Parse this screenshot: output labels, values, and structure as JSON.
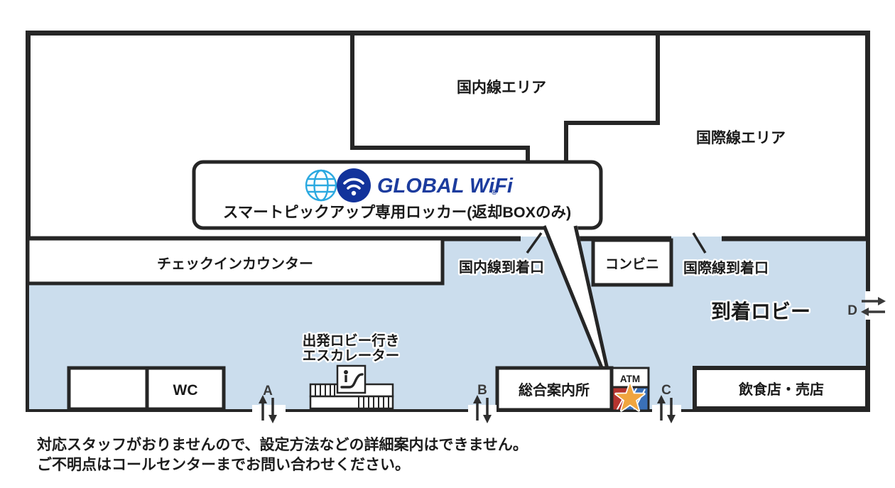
{
  "map": {
    "areas": {
      "domestic": "国内線エリア",
      "international": "国際線エリア",
      "arrival_lobby": "到着ロビー"
    },
    "callout": {
      "brand": "GLOBAL WiFi",
      "registered_mark": "®",
      "caption": "スマートピックアップ専用ロッカー(返却BOXのみ)"
    },
    "facilities": {
      "checkin_counter": "チェックインカウンター",
      "domestic_arrival_gate": "国内線到着口",
      "convenience_store": "コンビニ",
      "international_arrival_gate": "国際線到着口",
      "wc": "WC",
      "escalator_line1": "出発ロビー行き",
      "escalator_line2": "エスカレーター",
      "information_desk": "総合案内所",
      "atm": "ATM",
      "restaurants_shops": "飲食店・売店"
    },
    "gates": {
      "a": "A",
      "b": "B",
      "c": "C",
      "d": "D"
    },
    "colors": {
      "lobby_blue": "#CBDDED",
      "wall": "#262626",
      "brand_blue": "#1C3C9E",
      "globe_blue": "#2BA9E0",
      "wifi_navy": "#12339B",
      "star_gold": "#F0A53F",
      "stripe_red": "#B5342F",
      "stripe_blue": "#3A70B8"
    }
  },
  "footer": {
    "line1": "対応スタッフがおりませんので、設定方法などの詳細案内はできません。",
    "line2": "ご不明点はコールセンターまでお問い合わせください。"
  }
}
